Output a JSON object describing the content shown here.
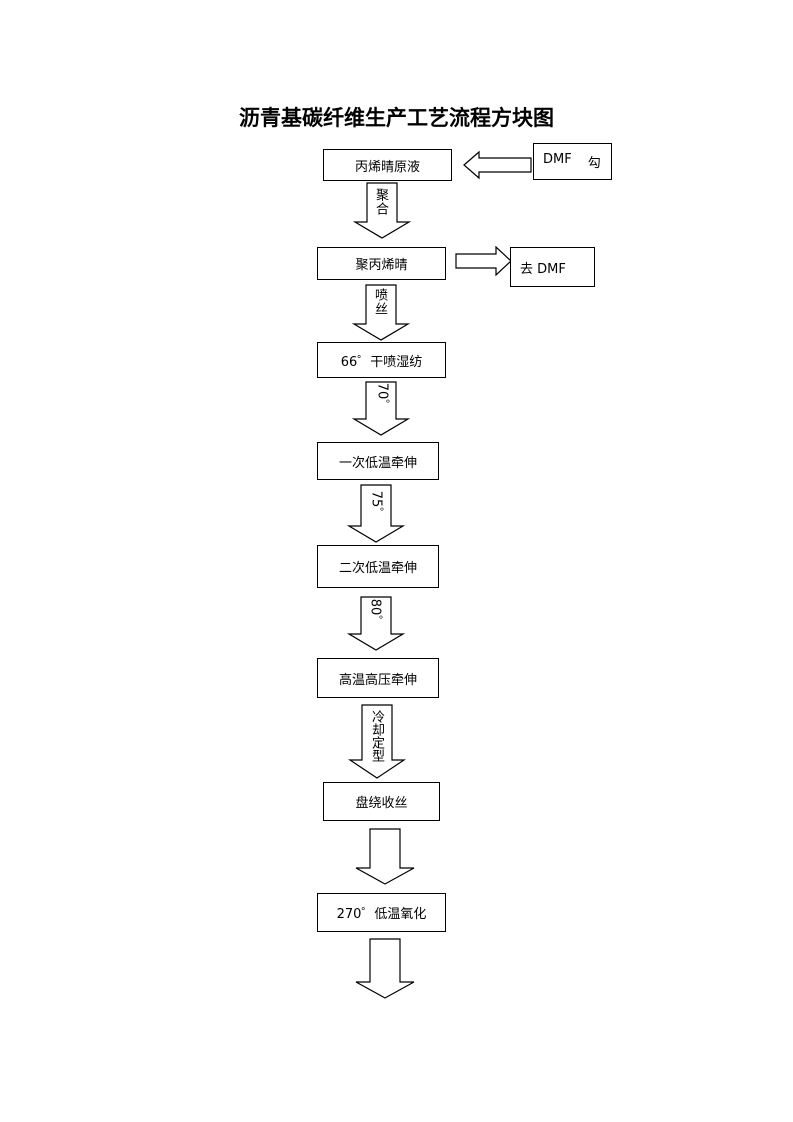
{
  "title": "沥青基碳纤维生产工艺流程方块图",
  "steps": [
    "丙烯晴原液",
    "聚丙烯晴",
    "66゜干喷湿纺",
    "一次低温牵伸",
    "二次低温牵伸",
    "高温高压牵伸",
    "盘绕收丝",
    "270゜低温氧化"
  ],
  "arrows": [
    "聚合",
    "喷丝",
    "70゜",
    "75゜",
    "80゜",
    "冷却定型",
    "",
    ""
  ],
  "side_inputs": {
    "dmf_in_latin": "DMF",
    "dmf_in_cjk": "勾",
    "dmf_out": "去 DMF"
  }
}
